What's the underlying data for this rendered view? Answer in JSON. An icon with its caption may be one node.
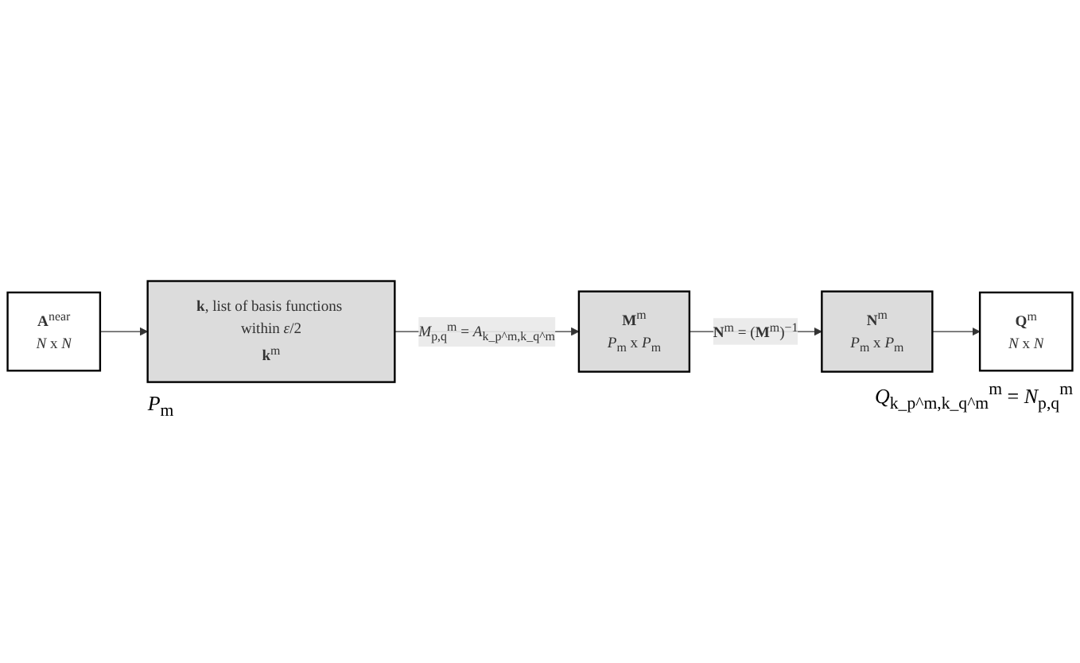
{
  "diagram": {
    "nodes": [
      {
        "text": [
          "**A**$^{near}$",
          "*N* x *N*"
        ]
      },
      {
        "text": [
          "**k**, list of basis functions within *ε*/2",
          "**k**$^{m}$"
        ],
        "beside": [
          "*P*$_{m}$"
        ]
      },
      {
        "text": [
          "**M**$^{m}$",
          "*P*$_{m}$ x *P*$_{m}$"
        ]
      },
      {
        "text": [
          "**N**$^{m}$",
          "*P*$_{m}$ x *P*$_{m}$"
        ]
      },
      {
        "text": [
          "**Q**$^{m}$",
          "*N* x *N*"
        ],
        "beside": [
          "*Q*$_{k_p^m,k_q^m}$$^{m}$ = *N*$_{p,q}$$^{m}$"
        ]
      }
    ],
    "edges": [
      {
        "from": 0,
        "to": 1,
        "arrow": "to"
      },
      {
        "from": 1,
        "to": 2,
        "arrow": "to",
        "label": "*M*$_{p,q}$$^{m}$ = *A*$_{k_p^m,k_q^m}$"
      },
      {
        "from": 2,
        "to": 3,
        "arrow": "to",
        "label": "**N**$^{m}$ = (**M**$^{m}$)$^{−1}$"
      },
      {
        "from": 3,
        "to": 4,
        "arrow": "to"
      }
    ]
  }
}
